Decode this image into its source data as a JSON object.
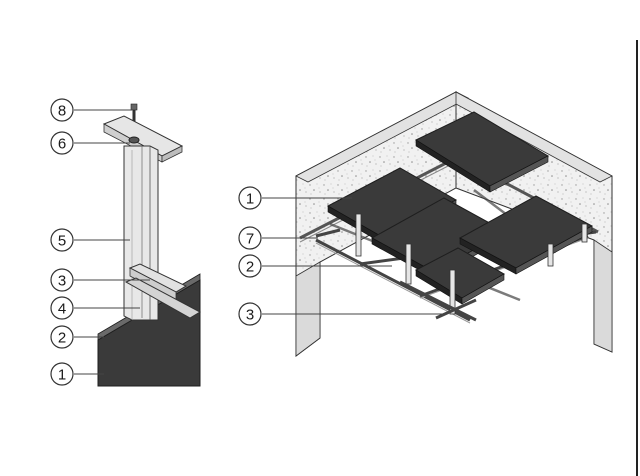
{
  "left_callouts": [
    {
      "id": "callout-8",
      "label": "8"
    },
    {
      "id": "callout-6",
      "label": "6"
    },
    {
      "id": "callout-5",
      "label": "5"
    },
    {
      "id": "callout-3",
      "label": "3"
    },
    {
      "id": "callout-4",
      "label": "4"
    },
    {
      "id": "callout-2",
      "label": "2"
    },
    {
      "id": "callout-1",
      "label": "1"
    }
  ],
  "right_callouts": [
    {
      "id": "callout-1",
      "label": "1"
    },
    {
      "id": "callout-7",
      "label": "7"
    },
    {
      "id": "callout-2",
      "label": "2"
    },
    {
      "id": "callout-3",
      "label": "3"
    }
  ],
  "colors": {
    "panel": "#3a3a3a",
    "panel_edge": "#1e1e1e",
    "concrete": "#eeeeee",
    "steel": "#dcdcdc",
    "line": "#333333"
  }
}
